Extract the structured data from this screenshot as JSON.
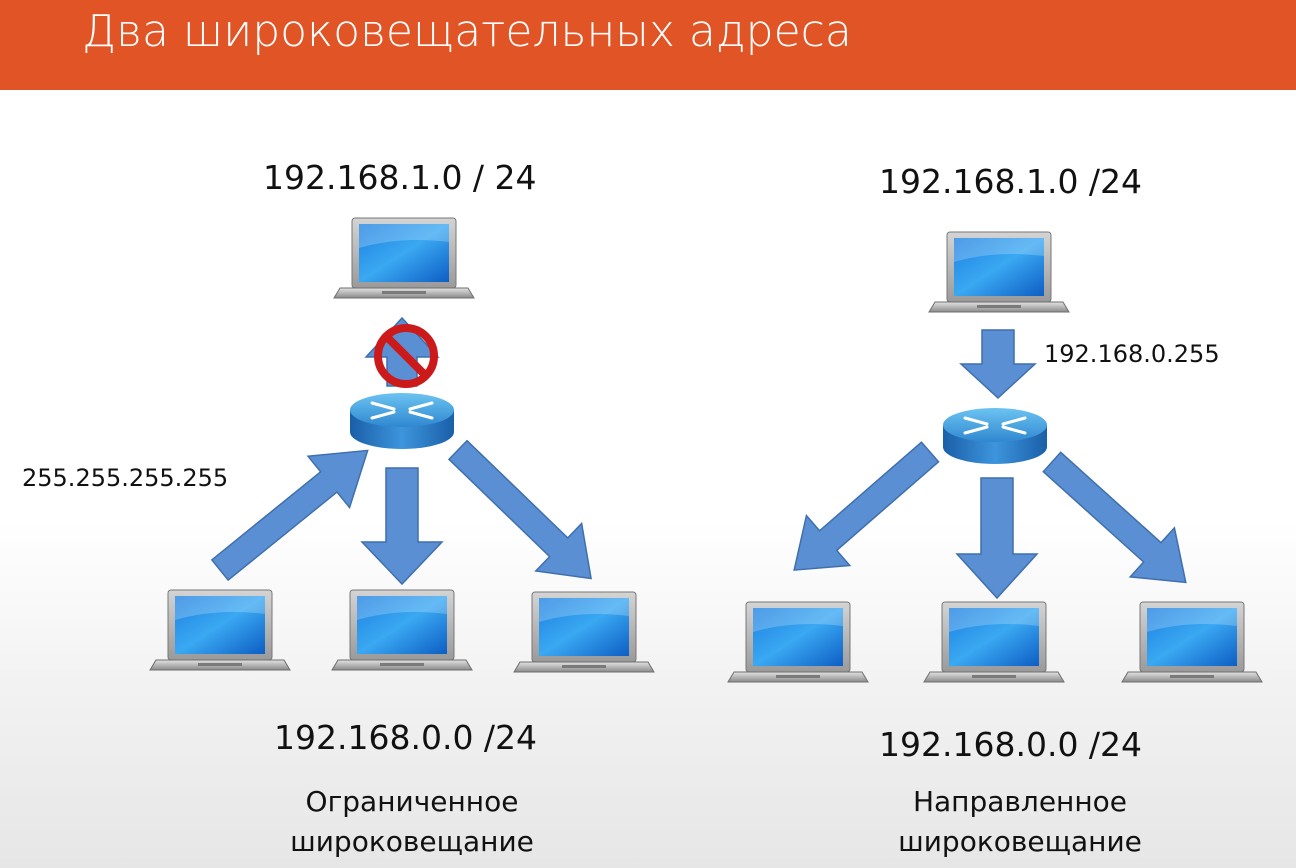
{
  "title": "Два широковещательных адреса",
  "left": {
    "top_network": "192.168.1.0 / 24",
    "broadcast_address": "255.255.255.255",
    "bottom_network": "192.168.0.0 /24",
    "caption_line1": "Ограниченное",
    "caption_line2": "широковещание",
    "blocked": true
  },
  "right": {
    "top_network": "192.168.1.0 /24",
    "broadcast_address": "192.168.0.255",
    "bottom_network": "192.168.0.0 /24",
    "caption_line1": "Направленное",
    "caption_line2": "широковещание"
  },
  "icons": [
    "laptop-icon",
    "router-icon",
    "arrow-icon",
    "prohibited-icon"
  ],
  "colors": {
    "title_bar": "#e05426",
    "arrow": "#5b8fd3",
    "router": "#3a8fd6",
    "prohibited": "#cc1a1a"
  }
}
